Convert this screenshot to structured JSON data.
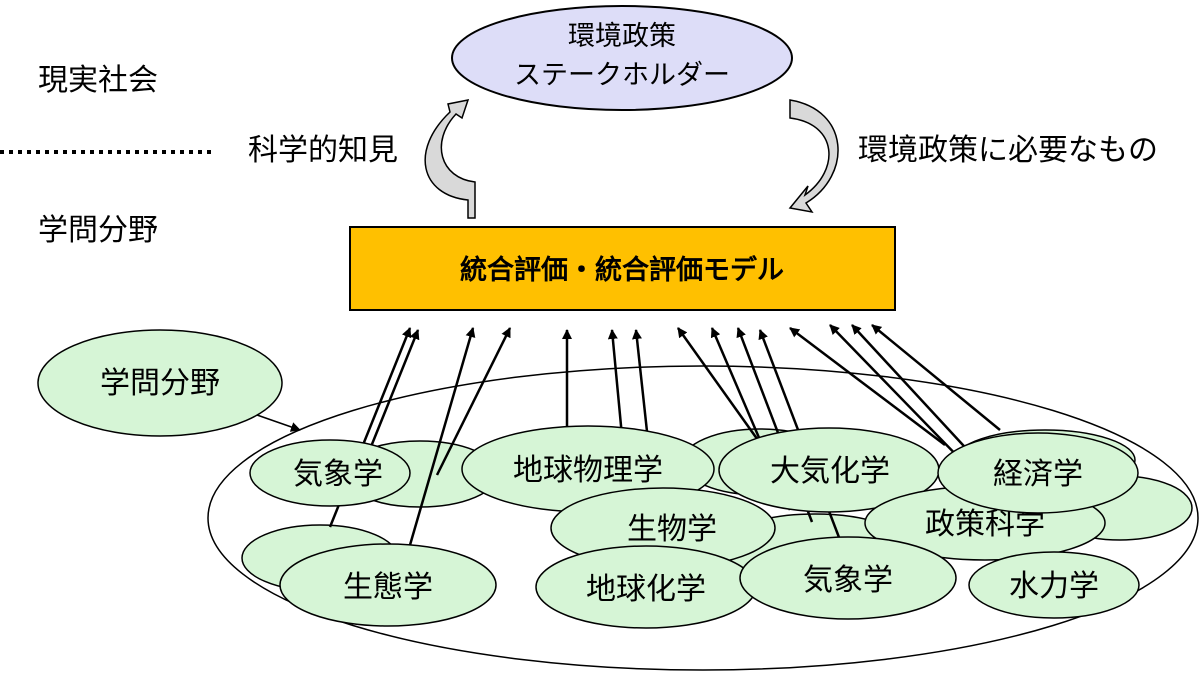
{
  "stakeholder": {
    "line1": "環境政策",
    "line2": "ステークホルダー"
  },
  "layers": {
    "real_society": "現実社会",
    "academic_fields": "学問分野"
  },
  "flows": {
    "to_society": "科学的知見",
    "to_science": "環境政策に必要なもの"
  },
  "model_box": {
    "label": "統合評価・統合評価モデル",
    "color": "#ffc000"
  },
  "fields_label": "学問分野",
  "disciplines": {
    "meteorology_1": "気象学",
    "geophysics": "地球物理学",
    "atmospheric_chemistry": "大気化学",
    "economics": "経済学",
    "biology": "生物学",
    "policy_science": "政策科学",
    "ecology": "生態学",
    "geochemistry": "地球化学",
    "meteorology_2": "気象学",
    "hydraulics": "水力学"
  },
  "colors": {
    "stakeholder_fill": "#ddddf8",
    "field_fill": "#d6f5d6",
    "arrow": "#000000",
    "curved_arrow_fill": "#d9d9d9"
  }
}
